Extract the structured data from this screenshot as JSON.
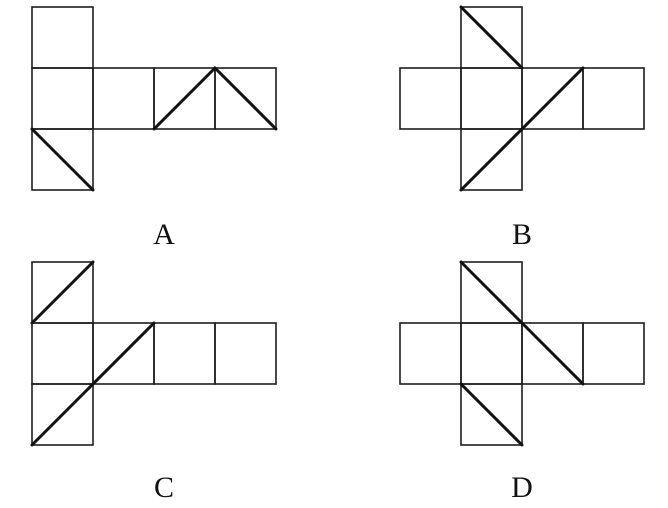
{
  "options": [
    {
      "label": "A",
      "cells": [
        [
          0,
          0
        ],
        [
          0,
          1
        ],
        [
          1,
          1
        ],
        [
          2,
          1
        ],
        [
          3,
          1
        ],
        [
          0,
          2
        ]
      ],
      "diagonals": [
        {
          "cell": [
            2,
            1
          ],
          "dir": "up"
        },
        {
          "cell": [
            3,
            1
          ],
          "dir": "down"
        },
        {
          "cell": [
            0,
            2
          ],
          "dir": "down"
        }
      ]
    },
    {
      "label": "B",
      "cells": [
        [
          1,
          0
        ],
        [
          0,
          1
        ],
        [
          1,
          1
        ],
        [
          2,
          1
        ],
        [
          3,
          1
        ],
        [
          1,
          2
        ]
      ],
      "diagonals": [
        {
          "cell": [
            1,
            0
          ],
          "dir": "down"
        },
        {
          "cell": [
            2,
            1
          ],
          "dir": "up"
        },
        {
          "cell": [
            1,
            2
          ],
          "dir": "up"
        }
      ]
    },
    {
      "label": "C",
      "cells": [
        [
          0,
          0
        ],
        [
          0,
          1
        ],
        [
          1,
          1
        ],
        [
          2,
          1
        ],
        [
          3,
          1
        ],
        [
          0,
          2
        ]
      ],
      "diagonals": [
        {
          "cell": [
            0,
            0
          ],
          "dir": "up"
        },
        {
          "cell": [
            1,
            1
          ],
          "dir": "up"
        },
        {
          "cell": [
            0,
            2
          ],
          "dir": "up"
        }
      ]
    },
    {
      "label": "D",
      "cells": [
        [
          1,
          0
        ],
        [
          0,
          1
        ],
        [
          1,
          1
        ],
        [
          2,
          1
        ],
        [
          3,
          1
        ],
        [
          1,
          2
        ]
      ],
      "diagonals": [
        {
          "cell": [
            1,
            0
          ],
          "dir": "down"
        },
        {
          "cell": [
            2,
            1
          ],
          "dir": "down"
        },
        {
          "cell": [
            1,
            2
          ],
          "dir": "down"
        }
      ]
    }
  ]
}
